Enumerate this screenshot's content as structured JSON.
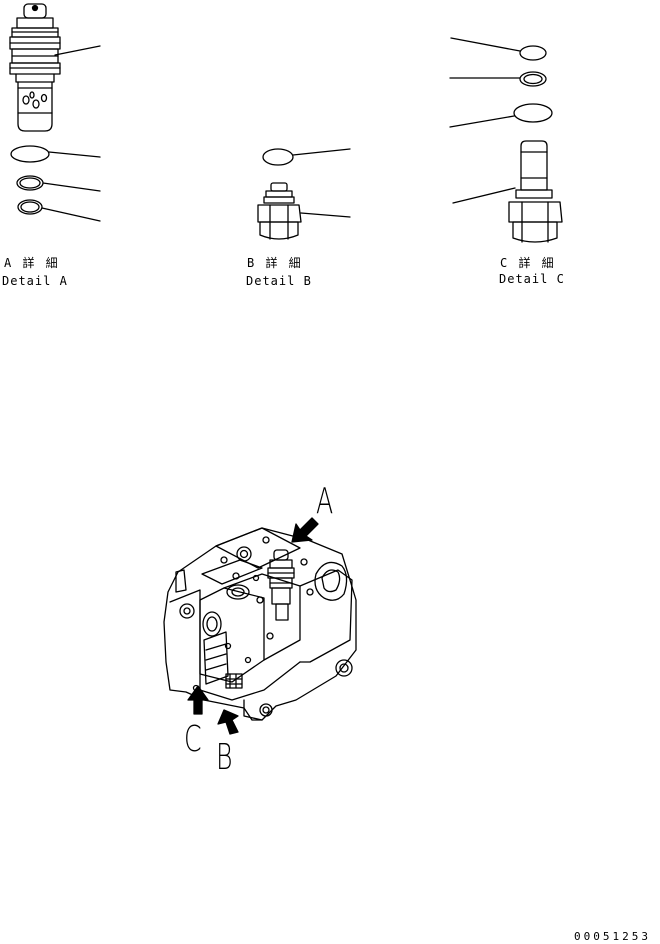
{
  "details": {
    "a": {
      "jp": "A 詳 細",
      "en": "Detail A"
    },
    "b": {
      "jp": "B 詳 細",
      "en": "Detail B"
    },
    "c": {
      "jp": "C 詳 細",
      "en": "Detail C"
    }
  },
  "view_labels": {
    "a": "A",
    "b": "B",
    "c": "C"
  },
  "drawing_number": "00051253",
  "colors": {
    "line": "#000000",
    "background": "#ffffff"
  }
}
